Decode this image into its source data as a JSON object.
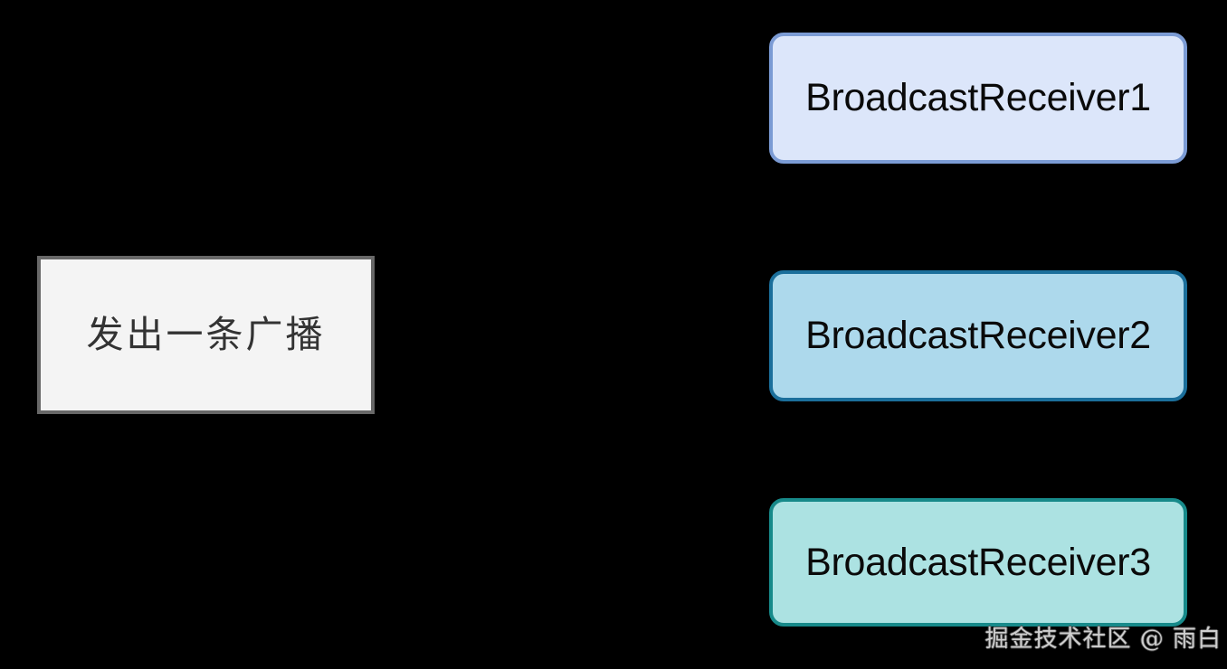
{
  "diagram": {
    "background_color": "#000000",
    "sender": {
      "label": "发出一条广播",
      "fill_color": "#f4f4f4",
      "border_color": "#686868",
      "text_color": "#333333"
    },
    "receivers": [
      {
        "label": "BroadcastReceiver1",
        "fill_color": "#dce6fa",
        "border_color": "#7b9bd4",
        "text_color": "#0a0a0a"
      },
      {
        "label": "BroadcastReceiver2",
        "fill_color": "#add9ec",
        "border_color": "#1b6f9b",
        "text_color": "#0a0a0a"
      },
      {
        "label": "BroadcastReceiver3",
        "fill_color": "#ace2e2",
        "border_color": "#178a8a",
        "text_color": "#0a0a0a"
      }
    ],
    "watermark": {
      "text": "掘金技术社区 @ 雨白",
      "color": "#cfcfcf"
    }
  }
}
